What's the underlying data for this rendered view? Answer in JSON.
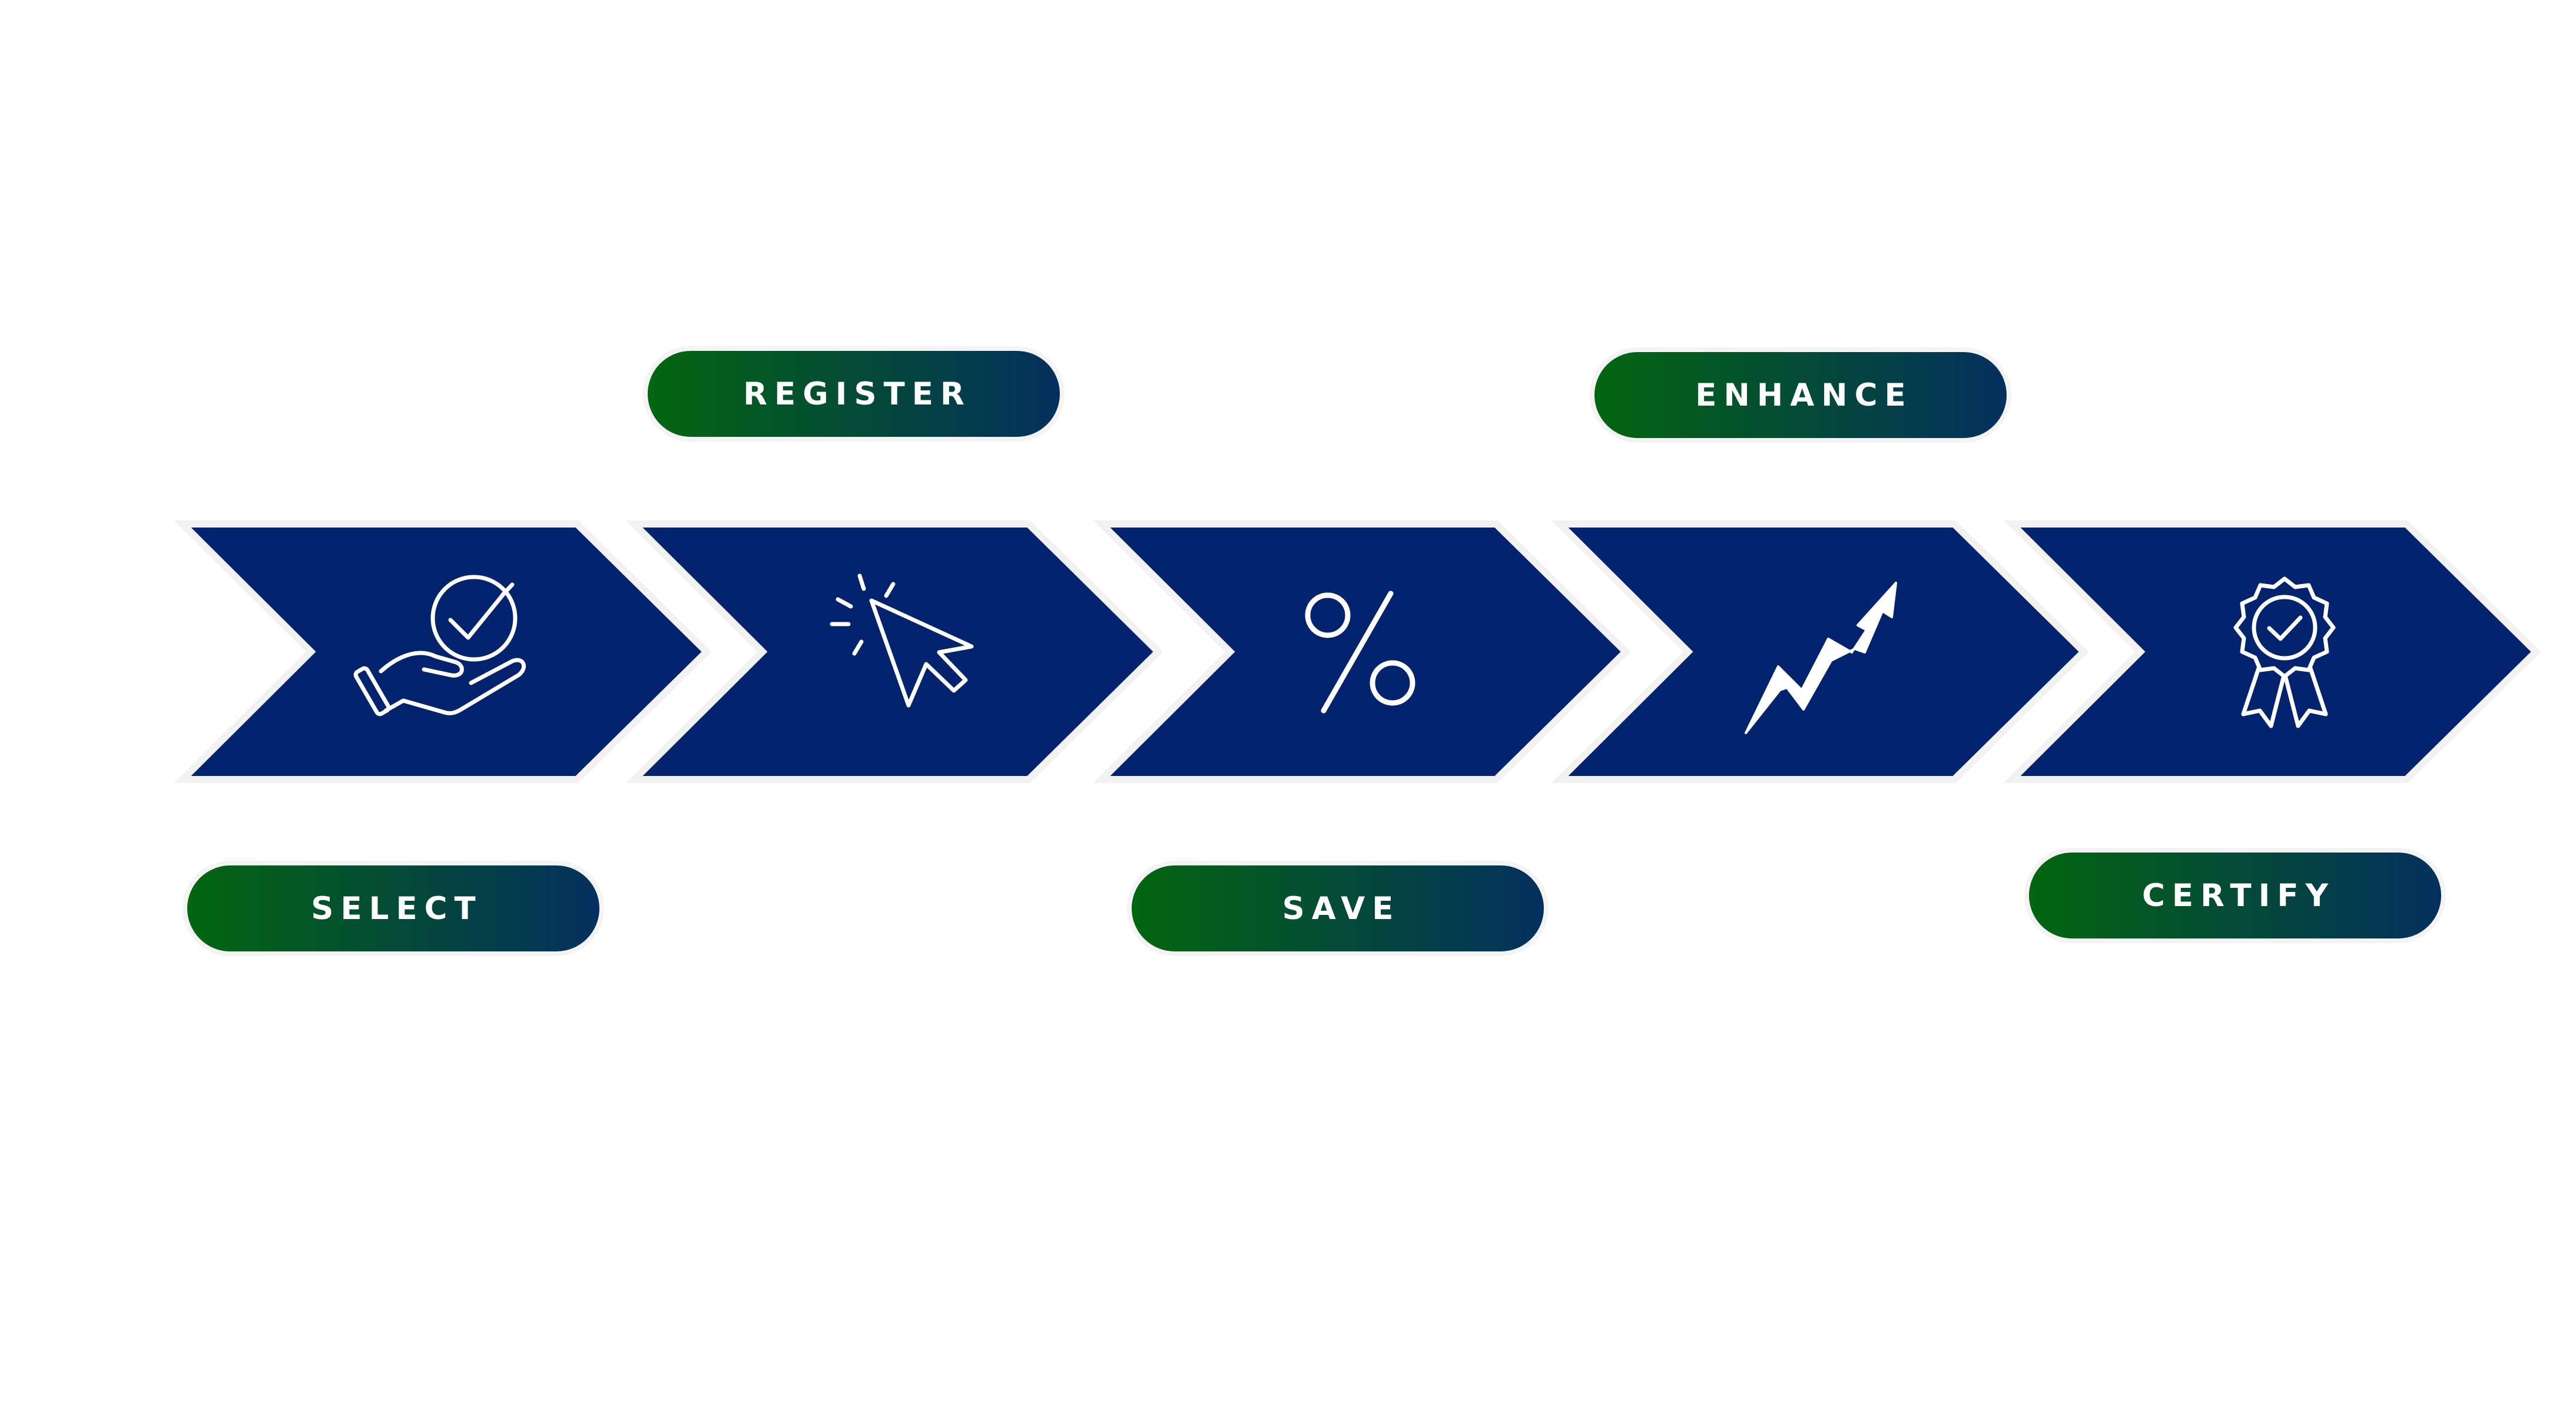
{
  "colors": {
    "chevron_fill": "#04236e",
    "chevron_outline": "#f2f2f2",
    "pill_gradient_start": "#03660f",
    "pill_gradient_end": "#04305e",
    "icon_stroke": "#ffffff"
  },
  "steps": [
    {
      "label": "SELECT",
      "icon": "hand-check-icon"
    },
    {
      "label": "REGISTER",
      "icon": "cursor-click-icon"
    },
    {
      "label": "SAVE",
      "icon": "percent-icon"
    },
    {
      "label": "ENHANCE",
      "icon": "trend-up-icon"
    },
    {
      "label": "CERTIFY",
      "icon": "award-badge-icon"
    }
  ]
}
